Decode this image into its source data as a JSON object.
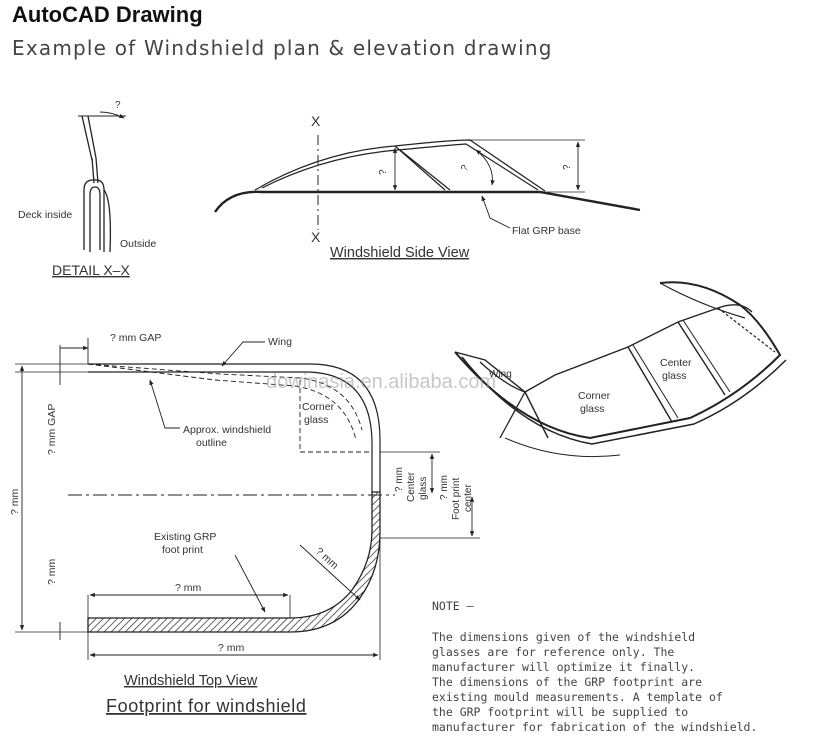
{
  "header": {
    "title": "AutoCAD Drawing",
    "subtitle": "Example of Windshield plan & elevation drawing"
  },
  "detail": {
    "question": "?",
    "deck_inside": "Deck inside",
    "outside": "Outside",
    "caption": "DETAIL X–X"
  },
  "side_view": {
    "x_top": "X",
    "x_bottom": "X",
    "q1": "?",
    "q2": "?",
    "q3": "?",
    "base_label": "Flat GRP base",
    "caption": "Windshield Side View"
  },
  "top_view": {
    "gap_label": "? mm  GAP",
    "wing": "Wing",
    "approx_1": "Approx. windshield",
    "approx_2": "outline",
    "corner_1": "Corner",
    "corner_2": "glass",
    "mm_gap": "? mm GAP",
    "total_mm": "? mm",
    "lower_mm": "? mm",
    "existing_1": "Existing GRP",
    "existing_2": "foot print",
    "inner_mm": "? mm",
    "bottom_mm": "? mm",
    "radius_mm": "? mm",
    "center_1": "? mm",
    "center_2": "Center",
    "center_3": "glass",
    "fp_1": "? mm",
    "fp_2": "Foot print",
    "fp_3": "center",
    "caption": "Windshield Top View",
    "caption2": "Footprint for windshield"
  },
  "iso_view": {
    "wing": "Wing",
    "center_1": "Center",
    "center_2": "glass",
    "corner_1": "Corner",
    "corner_2": "glass"
  },
  "watermark": "dowinasia.en.alibaba.com",
  "note": {
    "heading": "NOTE –",
    "lines": [
      "The dimensions given of the windshield",
      "glasses are for reference only. The",
      "manufacturer will optimize it finally.",
      "The dimensions of the GRP footprint are",
      "existing mould measurements. A template of",
      "the GRP footprint will be supplied to",
      "manufacturer for fabrication of the windshield."
    ]
  }
}
